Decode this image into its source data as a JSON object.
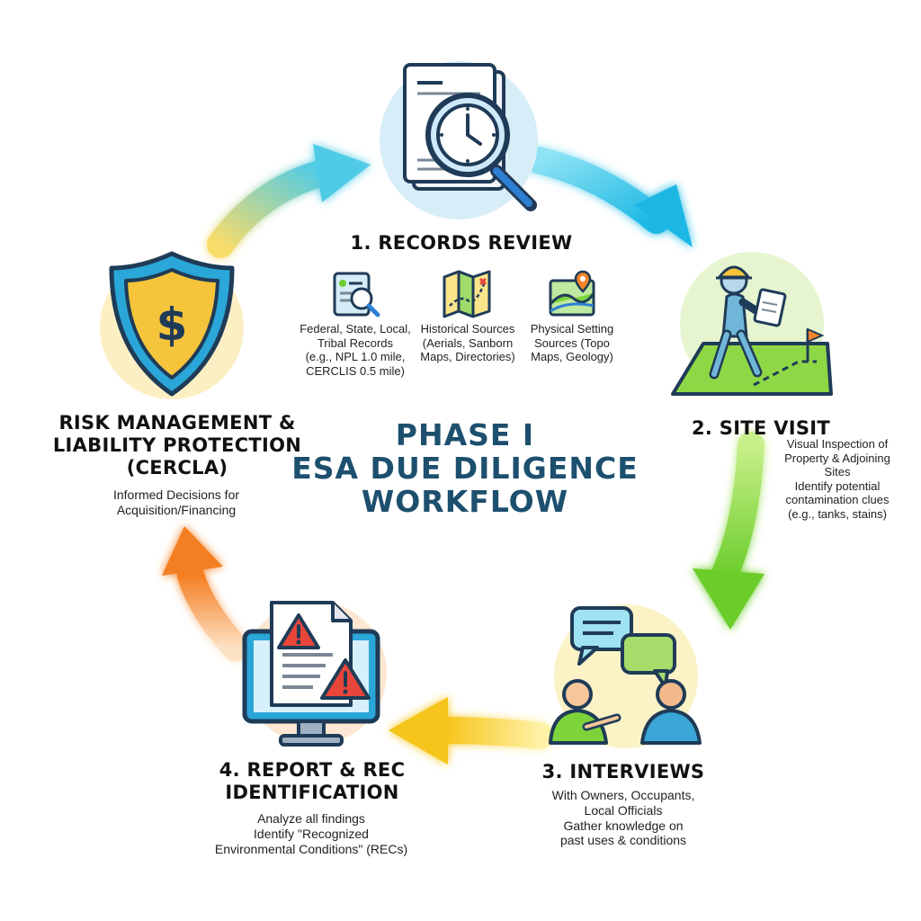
{
  "center_title": [
    "PHASE I",
    "ESA DUE DILIGENCE",
    "WORKFLOW"
  ],
  "steps": {
    "records_review": {
      "title": "1. RECORDS REVIEW",
      "sources": [
        {
          "icon": "records-document-icon",
          "text": [
            "Federal, State, Local,",
            "Tribal Records",
            "(e.g., NPL 1.0 mile,",
            "CERCLIS 0.5 mile)"
          ]
        },
        {
          "icon": "map-icon",
          "text": [
            "Historical Sources",
            "(Aerials, Sanborn",
            "Maps, Directories)"
          ]
        },
        {
          "icon": "terrain-pin-icon",
          "text": [
            "Physical Setting",
            "Sources (Topo",
            "Maps, Geology)"
          ]
        }
      ]
    },
    "site_visit": {
      "title": "2. SITE VISIT",
      "desc": [
        "Visual Inspection of",
        "Property & Adjoining",
        "Sites",
        "Identify potential",
        "contamination clues",
        "(e.g., tanks, stains)"
      ]
    },
    "interviews": {
      "title": "3. INTERVIEWS",
      "desc": [
        "With Owners, Occupants,",
        "Local Officials",
        "Gather knowledge on",
        "past uses & conditions"
      ]
    },
    "report": {
      "title": [
        "4. REPORT & REC",
        "IDENTIFICATION"
      ],
      "desc": [
        "Analyze all findings",
        "Identify \"Recognized",
        "Environmental Conditions\" (RECs)"
      ]
    },
    "risk": {
      "title": [
        "RISK MANAGEMENT &",
        "LIABILITY PROTECTION",
        "(CERCLA)"
      ],
      "desc": [
        "Informed Decisions for",
        "Acquisition/Financing"
      ]
    }
  },
  "colors": {
    "title_blue": "#1d4f6e",
    "arrow_cyan": "#2ec4e6",
    "arrow_green": "#7cd33a",
    "arrow_yellow": "#f5c81e",
    "arrow_orange": "#f5852a",
    "shield_gold": "#f6c43b",
    "warning_red": "#e8463a"
  }
}
